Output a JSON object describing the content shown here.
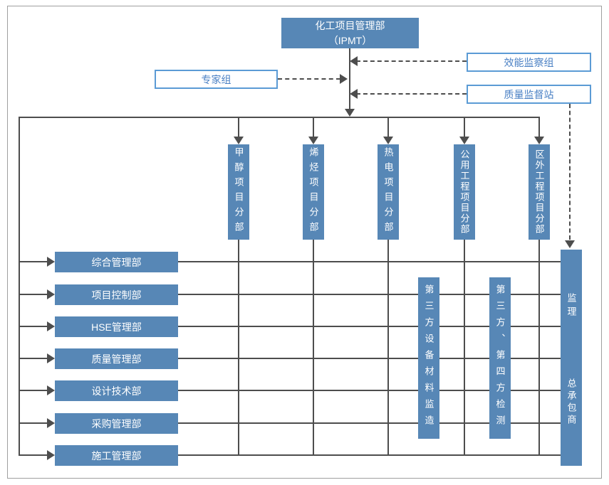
{
  "org": {
    "root": {
      "line1": "化工项目管理部",
      "line2": "（IPMT）"
    },
    "advisors": {
      "expert_group": "专家组",
      "efficiency_group": "效能监察组",
      "quality_station": "质量监督站"
    },
    "divisions": [
      "甲醇项目分部",
      "烯烃项目分部",
      "热电项目分部",
      "公用工程项目分部",
      "区外工程项目分部"
    ],
    "departments": [
      "综合管理部",
      "项目控制部",
      "HSE管理部",
      "质量管理部",
      "设计技术部",
      "采购管理部",
      "施工管理部"
    ],
    "third_parties": [
      "第三方设备材料监造",
      "第三方、第四方检测"
    ],
    "contractor": {
      "top": "监理",
      "bottom": "总承包商"
    },
    "colors": {
      "box_fill": "#5787B6",
      "outline_border": "#5B9BD5",
      "outline_text": "#4A80C4",
      "connector": "#4D4D4D",
      "frame": "#9F9F9F"
    }
  }
}
